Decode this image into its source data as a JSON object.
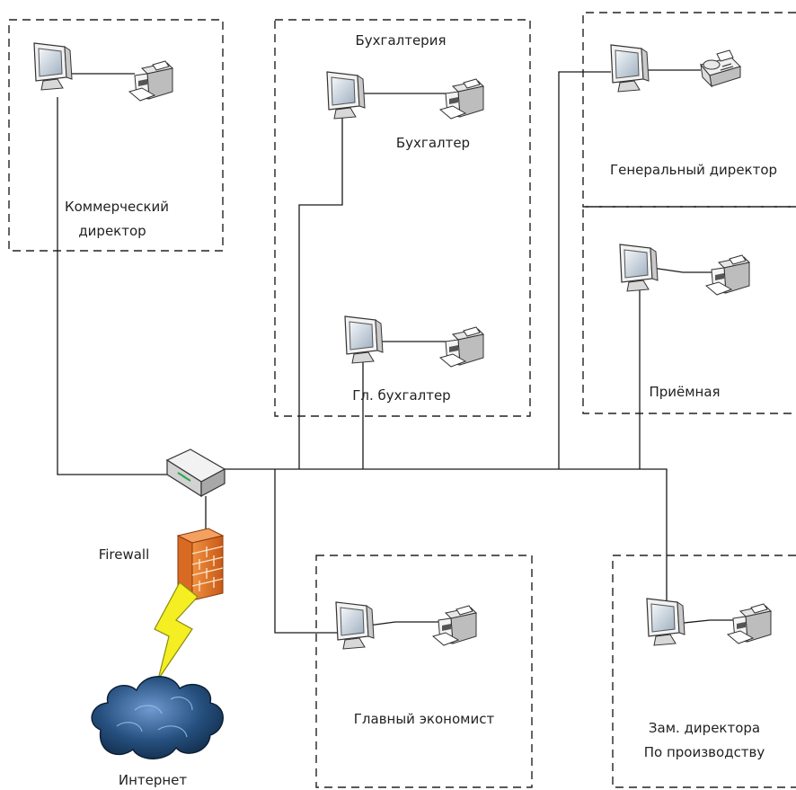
{
  "diagram": {
    "rooms": {
      "commercial": "Коммерческий директор",
      "commercial_line1": "Коммерческий",
      "commercial_line2": "директор",
      "accounting": "Бухгалтерия",
      "accountant": "Бухгалтер",
      "chief_accountant": "Гл. бухгалтер",
      "general_director": "Генеральный директор",
      "reception": "Приёмная",
      "chief_economist": "Главный экономист",
      "deputy_line1": "Зам. директора",
      "deputy_line2": "По производству"
    },
    "network": {
      "firewall": "Firewall",
      "internet": "Интернет"
    },
    "colors": {
      "line": "#1a1a1a",
      "firewall_brick": "#e87a2c",
      "lightning": "#f2ee1e",
      "cloud": "#1f4a78",
      "monitor_screen": "#dfe6ee"
    }
  }
}
